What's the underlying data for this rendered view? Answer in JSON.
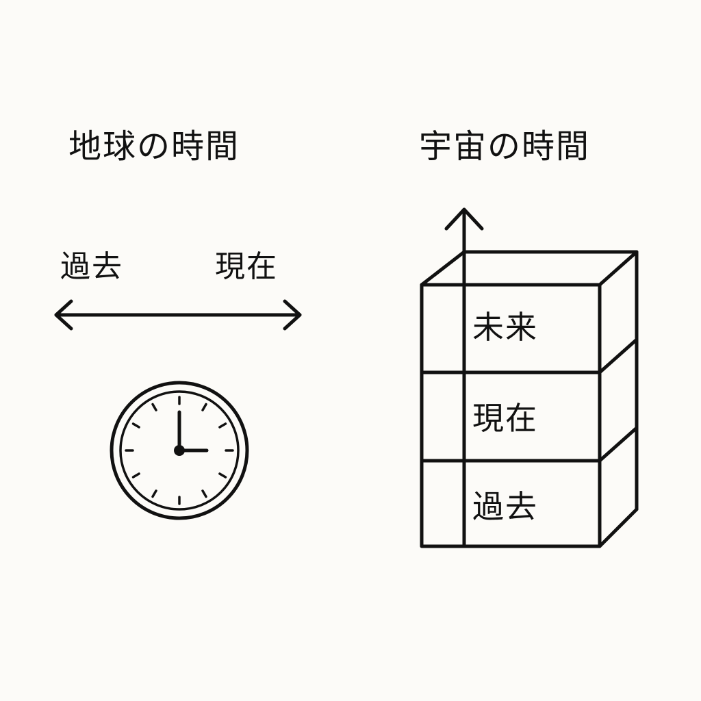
{
  "earth": {
    "title": "地球の時間",
    "past_label": "過去",
    "present_label": "現在"
  },
  "space": {
    "title": "宇宙の時間",
    "levels": {
      "top": "未来",
      "middle": "現在",
      "bottom": "過去"
    }
  },
  "clock": {
    "hour": 3,
    "minute": 0
  },
  "colors": {
    "ink": "#111111",
    "background": "#fcfbf8"
  },
  "icons": {
    "timeline": "double-headed-arrow-icon",
    "clock": "analog-clock-icon",
    "up_arrow": "arrow-up-icon"
  }
}
